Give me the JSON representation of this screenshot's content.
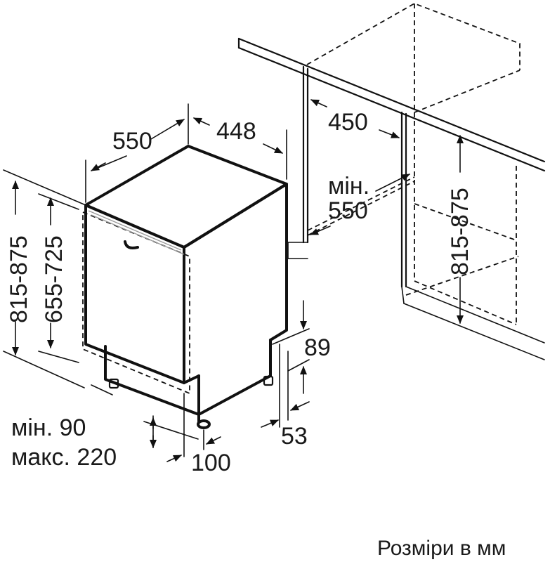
{
  "dimensions": {
    "depth": "550",
    "width": "448",
    "niche_width": "450",
    "niche_depth_prefix": "мін.",
    "niche_depth": "550",
    "niche_height": "815-875",
    "height_range": "815-875",
    "height_adjust": "655-725",
    "plinth_height": "89",
    "plinth_gap": "53",
    "door_clearance_min": "мін. 90",
    "door_clearance_max": "макс. 220",
    "foot_offset": "100"
  },
  "footer": {
    "units_note": "Розміри в мм"
  }
}
